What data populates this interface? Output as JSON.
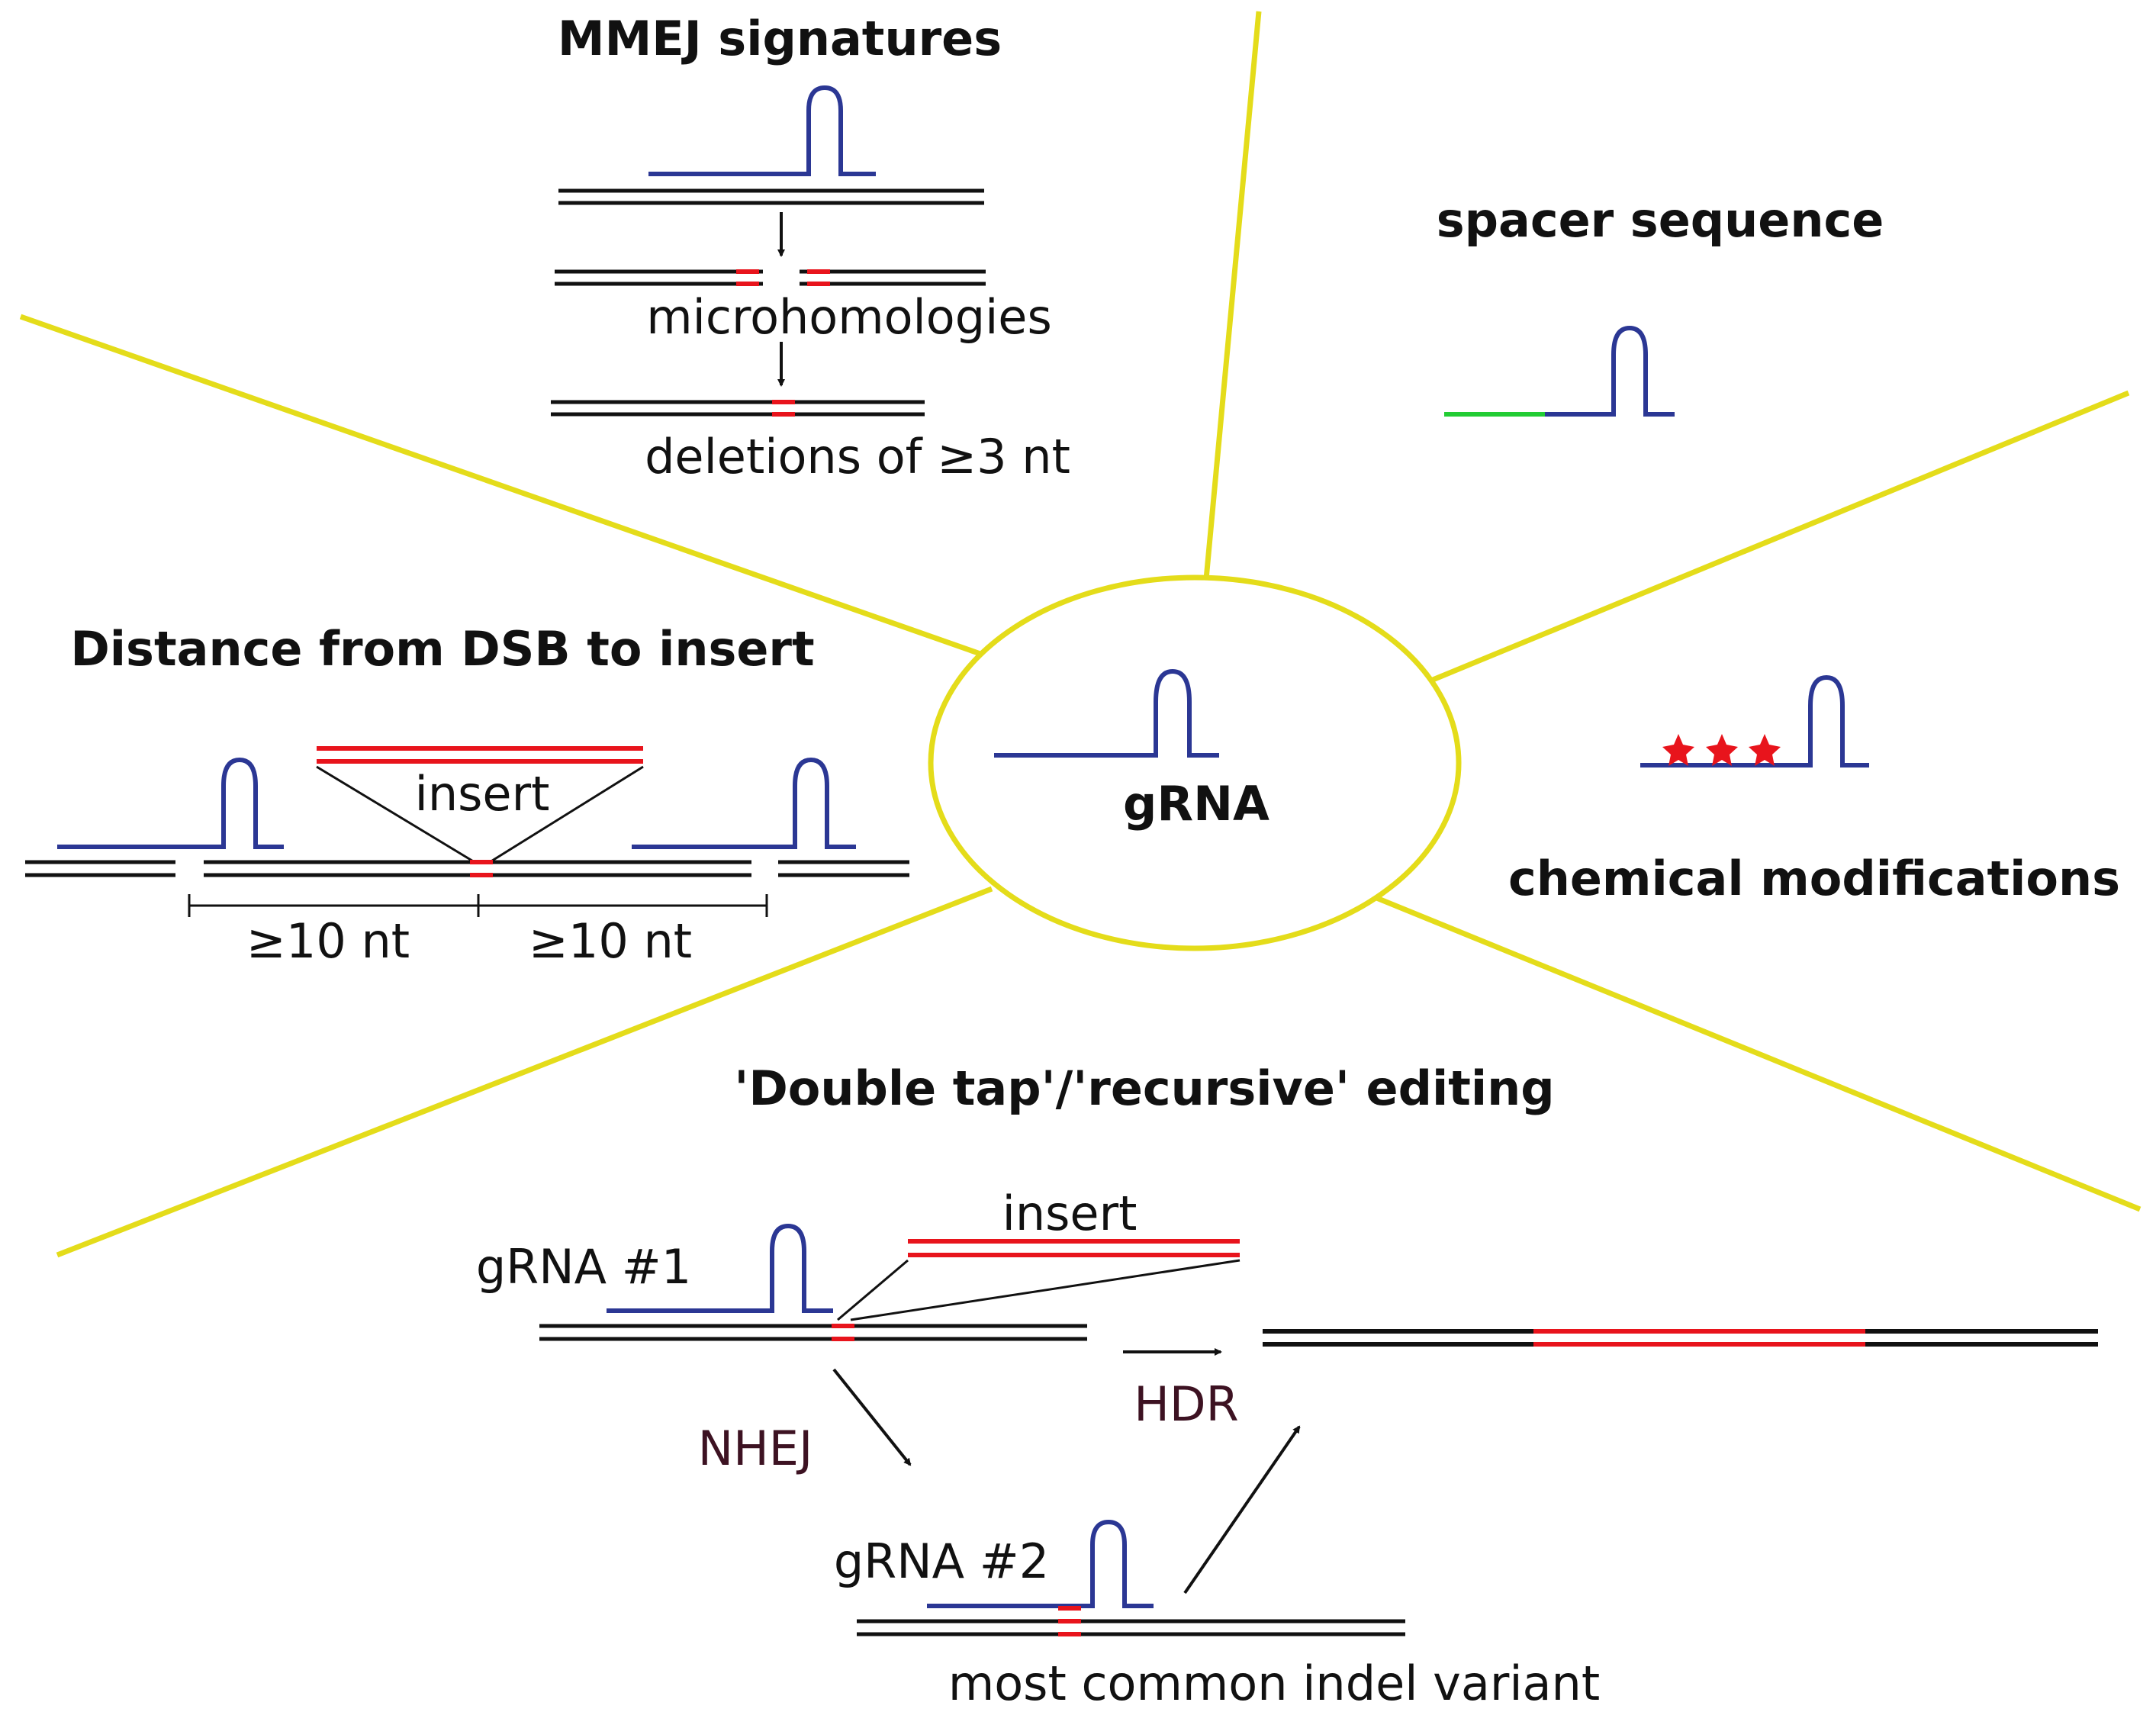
{
  "center": {
    "label": "gRNA"
  },
  "mmej": {
    "title": "MMEJ signatures",
    "microhomologies": "microhomologies",
    "deletions": "deletions of ≥3 nt"
  },
  "spacer": {
    "title": "spacer sequence"
  },
  "chemical": {
    "title": "chemical modifications"
  },
  "distance": {
    "title": "Distance from DSB to insert",
    "insert": "insert",
    "left_distance": "≥10 nt",
    "right_distance": "≥10 nt"
  },
  "double_tap": {
    "title": "'Double tap'/'recursive' editing",
    "insert": "insert",
    "grna1": "gRNA #1",
    "grna2": "gRNA #2",
    "nhej": "NHEJ",
    "hdr": "HDR",
    "indel": "most common indel variant"
  },
  "colors": {
    "divider": "#e4dc1a",
    "grna": "#2b3794",
    "dna": "#111111",
    "insert": "#e8141c",
    "spacer": "#22cc33",
    "process_label": "#3d1222"
  }
}
